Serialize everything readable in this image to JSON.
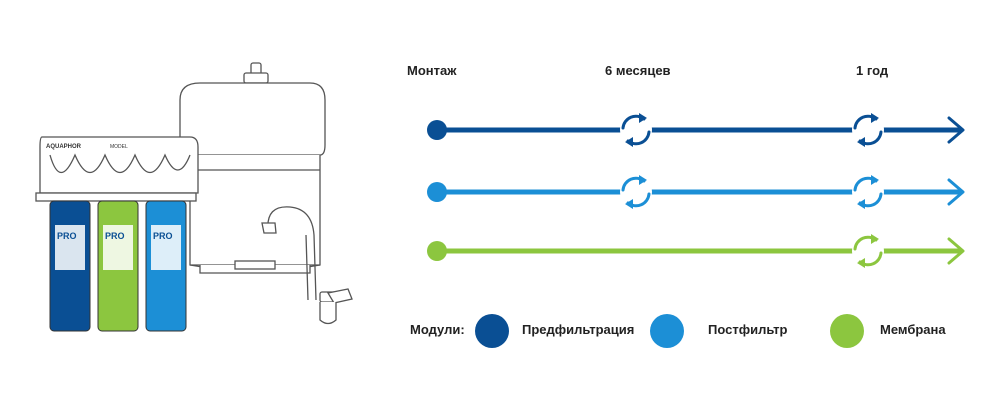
{
  "header": {
    "install_label": "Монтаж",
    "six_months_label": "6 месяцев",
    "one_year_label": "1 год"
  },
  "device": {
    "brand": "AQUAPHOR",
    "filter_model": "PRO"
  },
  "timelines": [
    {
      "module": "Предфильтрация",
      "color": "#0a4f94",
      "replace_at": [
        "6 месяцев",
        "1 год"
      ]
    },
    {
      "module": "Постфильтр",
      "color": "#1c8fd6",
      "replace_at": [
        "6 месяцев",
        "1 год"
      ]
    },
    {
      "module": "Мембрана",
      "color": "#8cc63f",
      "replace_at": [
        "1 год"
      ]
    }
  ],
  "legend": {
    "title": "Модули:",
    "items": [
      {
        "label": "Предфильтрация",
        "color": "#0a4f94"
      },
      {
        "label": "Постфильтр",
        "color": "#1c8fd6"
      },
      {
        "label": "Мембрана",
        "color": "#8cc63f"
      }
    ]
  },
  "icons": {
    "replace": "refresh-cycle-icon",
    "start": "circle-dot-icon",
    "end": "arrow-right-icon"
  }
}
